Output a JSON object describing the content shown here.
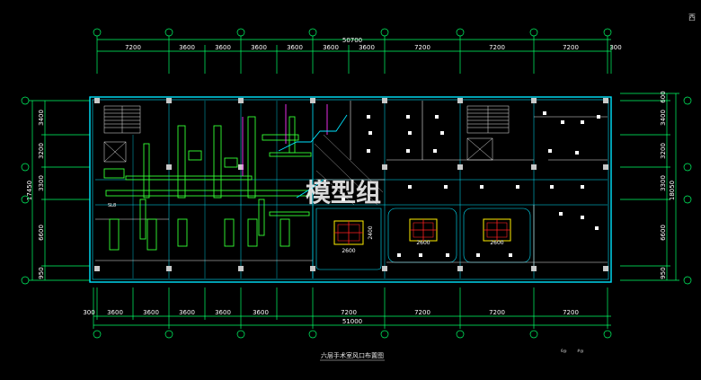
{
  "drawing": {
    "title": "六层手术室风口布置图",
    "watermark": "模型组",
    "corner_mark": "西",
    "small_labels": [
      "6@",
      "#@"
    ],
    "lit_label": "SL8"
  },
  "dimensions": {
    "top_total": "50700",
    "top_segments": [
      "7200",
      "3600",
      "3600",
      "3600",
      "3600",
      "3600",
      "3600",
      "7200",
      "7200",
      "7200",
      "300"
    ],
    "bottom_total": "51000",
    "bottom_segments": [
      "300",
      "3600",
      "3600",
      "3600",
      "3600",
      "3600",
      "7200",
      "7200",
      "7200",
      "7200"
    ],
    "left_total": "17450",
    "left_segments": [
      "3400",
      "3200",
      "3300",
      "6600",
      "950"
    ],
    "right_total": "18050",
    "right_segments": [
      "600",
      "3400",
      "3200",
      "3300",
      "6600",
      "950"
    ],
    "room_dims": [
      "2600",
      "2400",
      "2600",
      "2600"
    ]
  },
  "colors": {
    "background": "#000000",
    "wall": "#00e5ff",
    "duct": "#33ff33",
    "axis": "#00ff66",
    "magenta": "#ff33ff",
    "white": "#ffffff",
    "red": "#ff2020",
    "yellow": "#ffee00"
  }
}
